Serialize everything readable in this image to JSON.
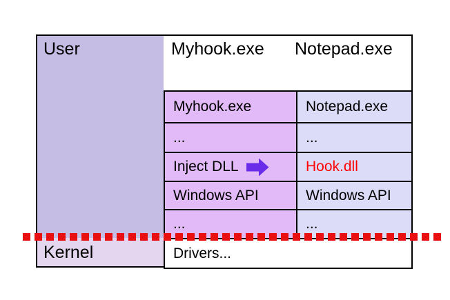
{
  "diagram": {
    "zones": {
      "user": "User",
      "kernel": "Kernel"
    },
    "processes": {
      "left": "Myhook.exe",
      "right": "Notepad.exe"
    },
    "stack_rows": [
      {
        "left": "Myhook.exe",
        "right": "Notepad.exe"
      },
      {
        "left": "...",
        "right": "..."
      },
      {
        "left": "Inject DLL",
        "right": "Hook.dll"
      },
      {
        "left": "Windows API",
        "right": "Windows API"
      },
      {
        "left": "...",
        "right": "..."
      }
    ],
    "kernel_row": "Drivers...",
    "colors": {
      "user_zone_fill": "#c5bde4",
      "kernel_zone_fill": "#e4d6ee",
      "myhook_column_fill": "#e1baf7",
      "notepad_column_fill": "#dcdcf8",
      "hook_dll_text": "#ff0000",
      "inject_arrow": "#6a2ce8",
      "boundary_line": "#e81010"
    }
  }
}
